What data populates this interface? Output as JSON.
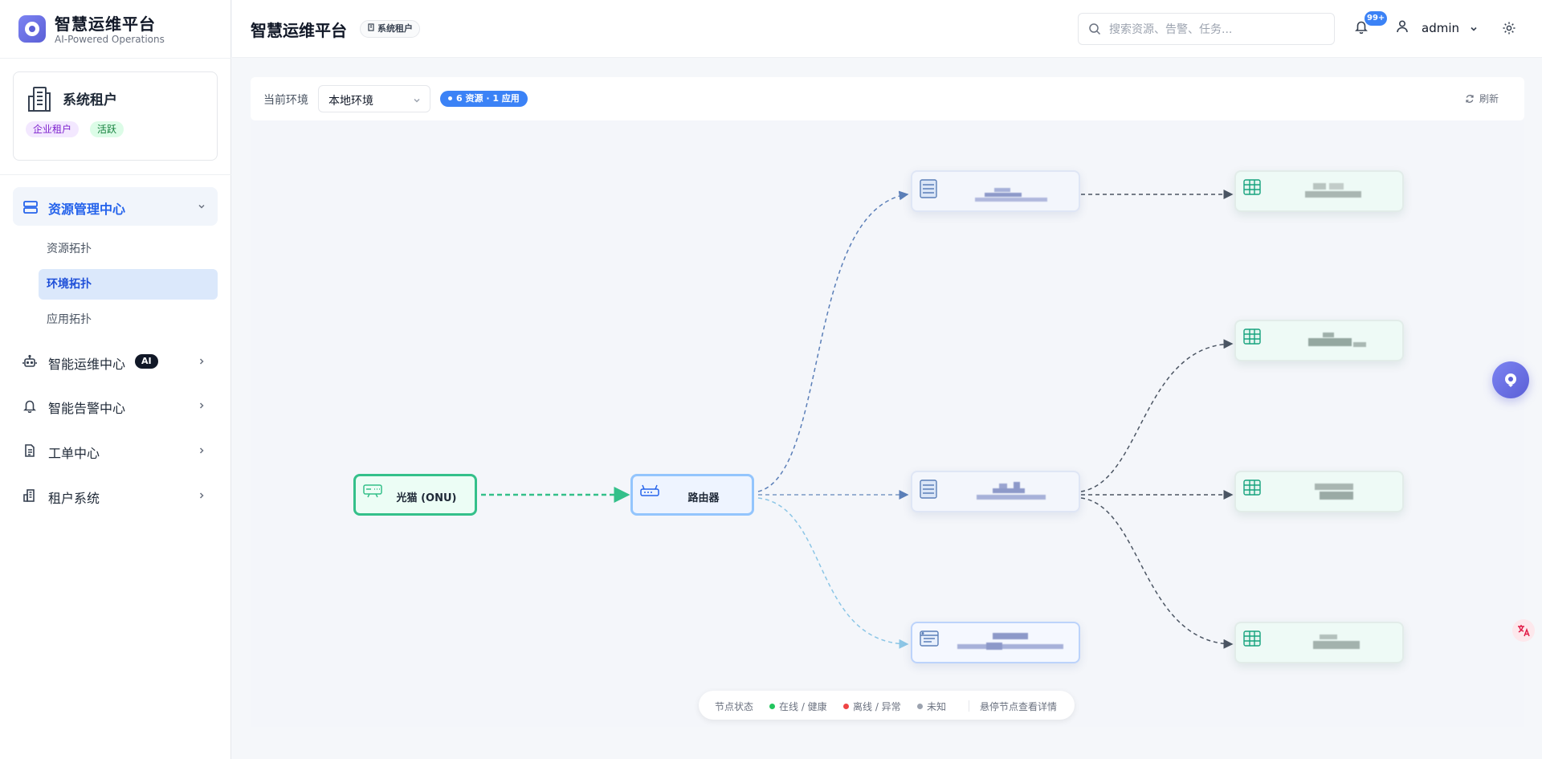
{
  "brand": {
    "title": "智慧运维平台",
    "subtitle": "AI-Powered Operations"
  },
  "tenant": {
    "name": "系统租户",
    "tags": [
      "企业租户",
      "活跃"
    ]
  },
  "sidebar": {
    "group": {
      "label": "资源管理中心",
      "items": [
        {
          "label": "资源拓扑",
          "active": false
        },
        {
          "label": "环境拓扑",
          "active": true
        },
        {
          "label": "应用拓扑",
          "active": false
        }
      ]
    },
    "items": [
      {
        "label": "智能运维中心",
        "badge": "AI",
        "icon": "robot-icon"
      },
      {
        "label": "智能告警中心",
        "icon": "bell-icon"
      },
      {
        "label": "工单中心",
        "icon": "document-icon"
      },
      {
        "label": "租户系统",
        "icon": "building-icon"
      }
    ]
  },
  "header": {
    "title": "智慧运维平台",
    "tenant_pill": "系统租户",
    "search_placeholder": "搜索资源、告警、任务...",
    "notifications": "99+",
    "username": "admin"
  },
  "toolbar": {
    "env_label": "当前环境",
    "env_value": "本地环境",
    "count_badge": "6 资源 · 1 应用",
    "refresh": "刷新"
  },
  "topology": {
    "nodes": [
      {
        "label": "光猫 (ONU)",
        "kind": "onu"
      },
      {
        "label": "路由器",
        "kind": "router"
      }
    ]
  },
  "legend": {
    "title": "节点状态",
    "online": "在线 / 健康",
    "offline": "离线 / 异常",
    "unknown": "未知",
    "hint": "悬停节点查看详情",
    "colors": {
      "online": "#22c55e",
      "offline": "#ef4444",
      "unknown": "#9ca3af"
    }
  }
}
